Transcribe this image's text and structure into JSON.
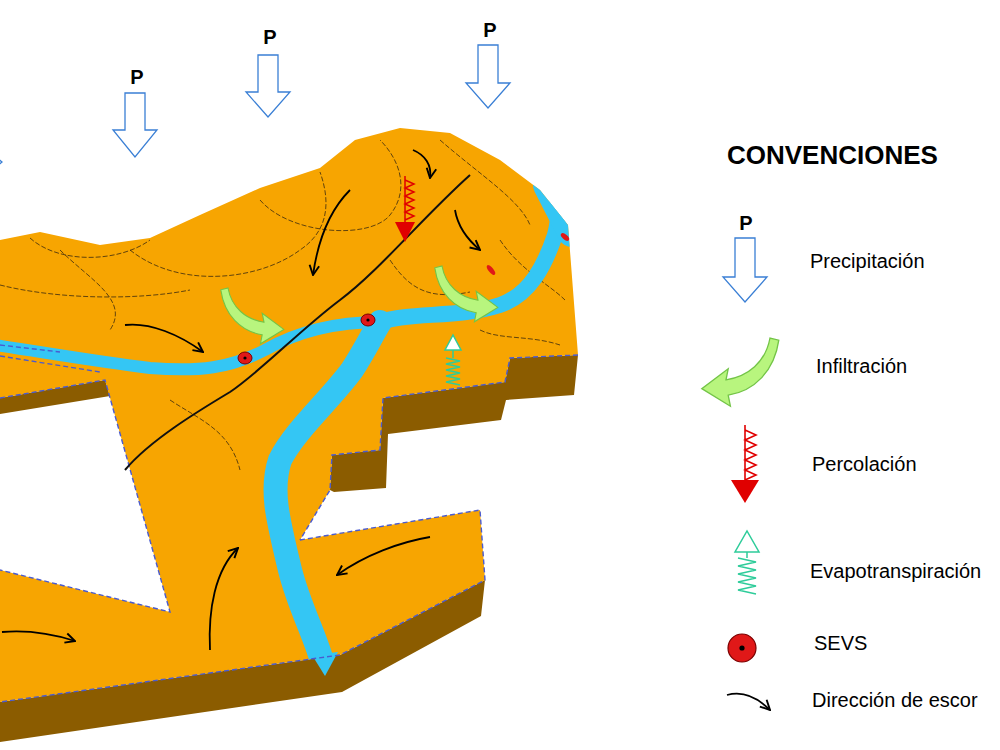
{
  "diagram": {
    "title": "CONVENCIONES",
    "labels": [
      "P",
      "P",
      "P",
      "P"
    ],
    "legend": [
      {
        "text": "Precipitación"
      },
      {
        "text": "Infiltración"
      },
      {
        "text": "Percolación"
      },
      {
        "text": "Evapotranspiración"
      },
      {
        "text": "SEVS"
      },
      {
        "text": "Dirección de escor"
      }
    ]
  }
}
